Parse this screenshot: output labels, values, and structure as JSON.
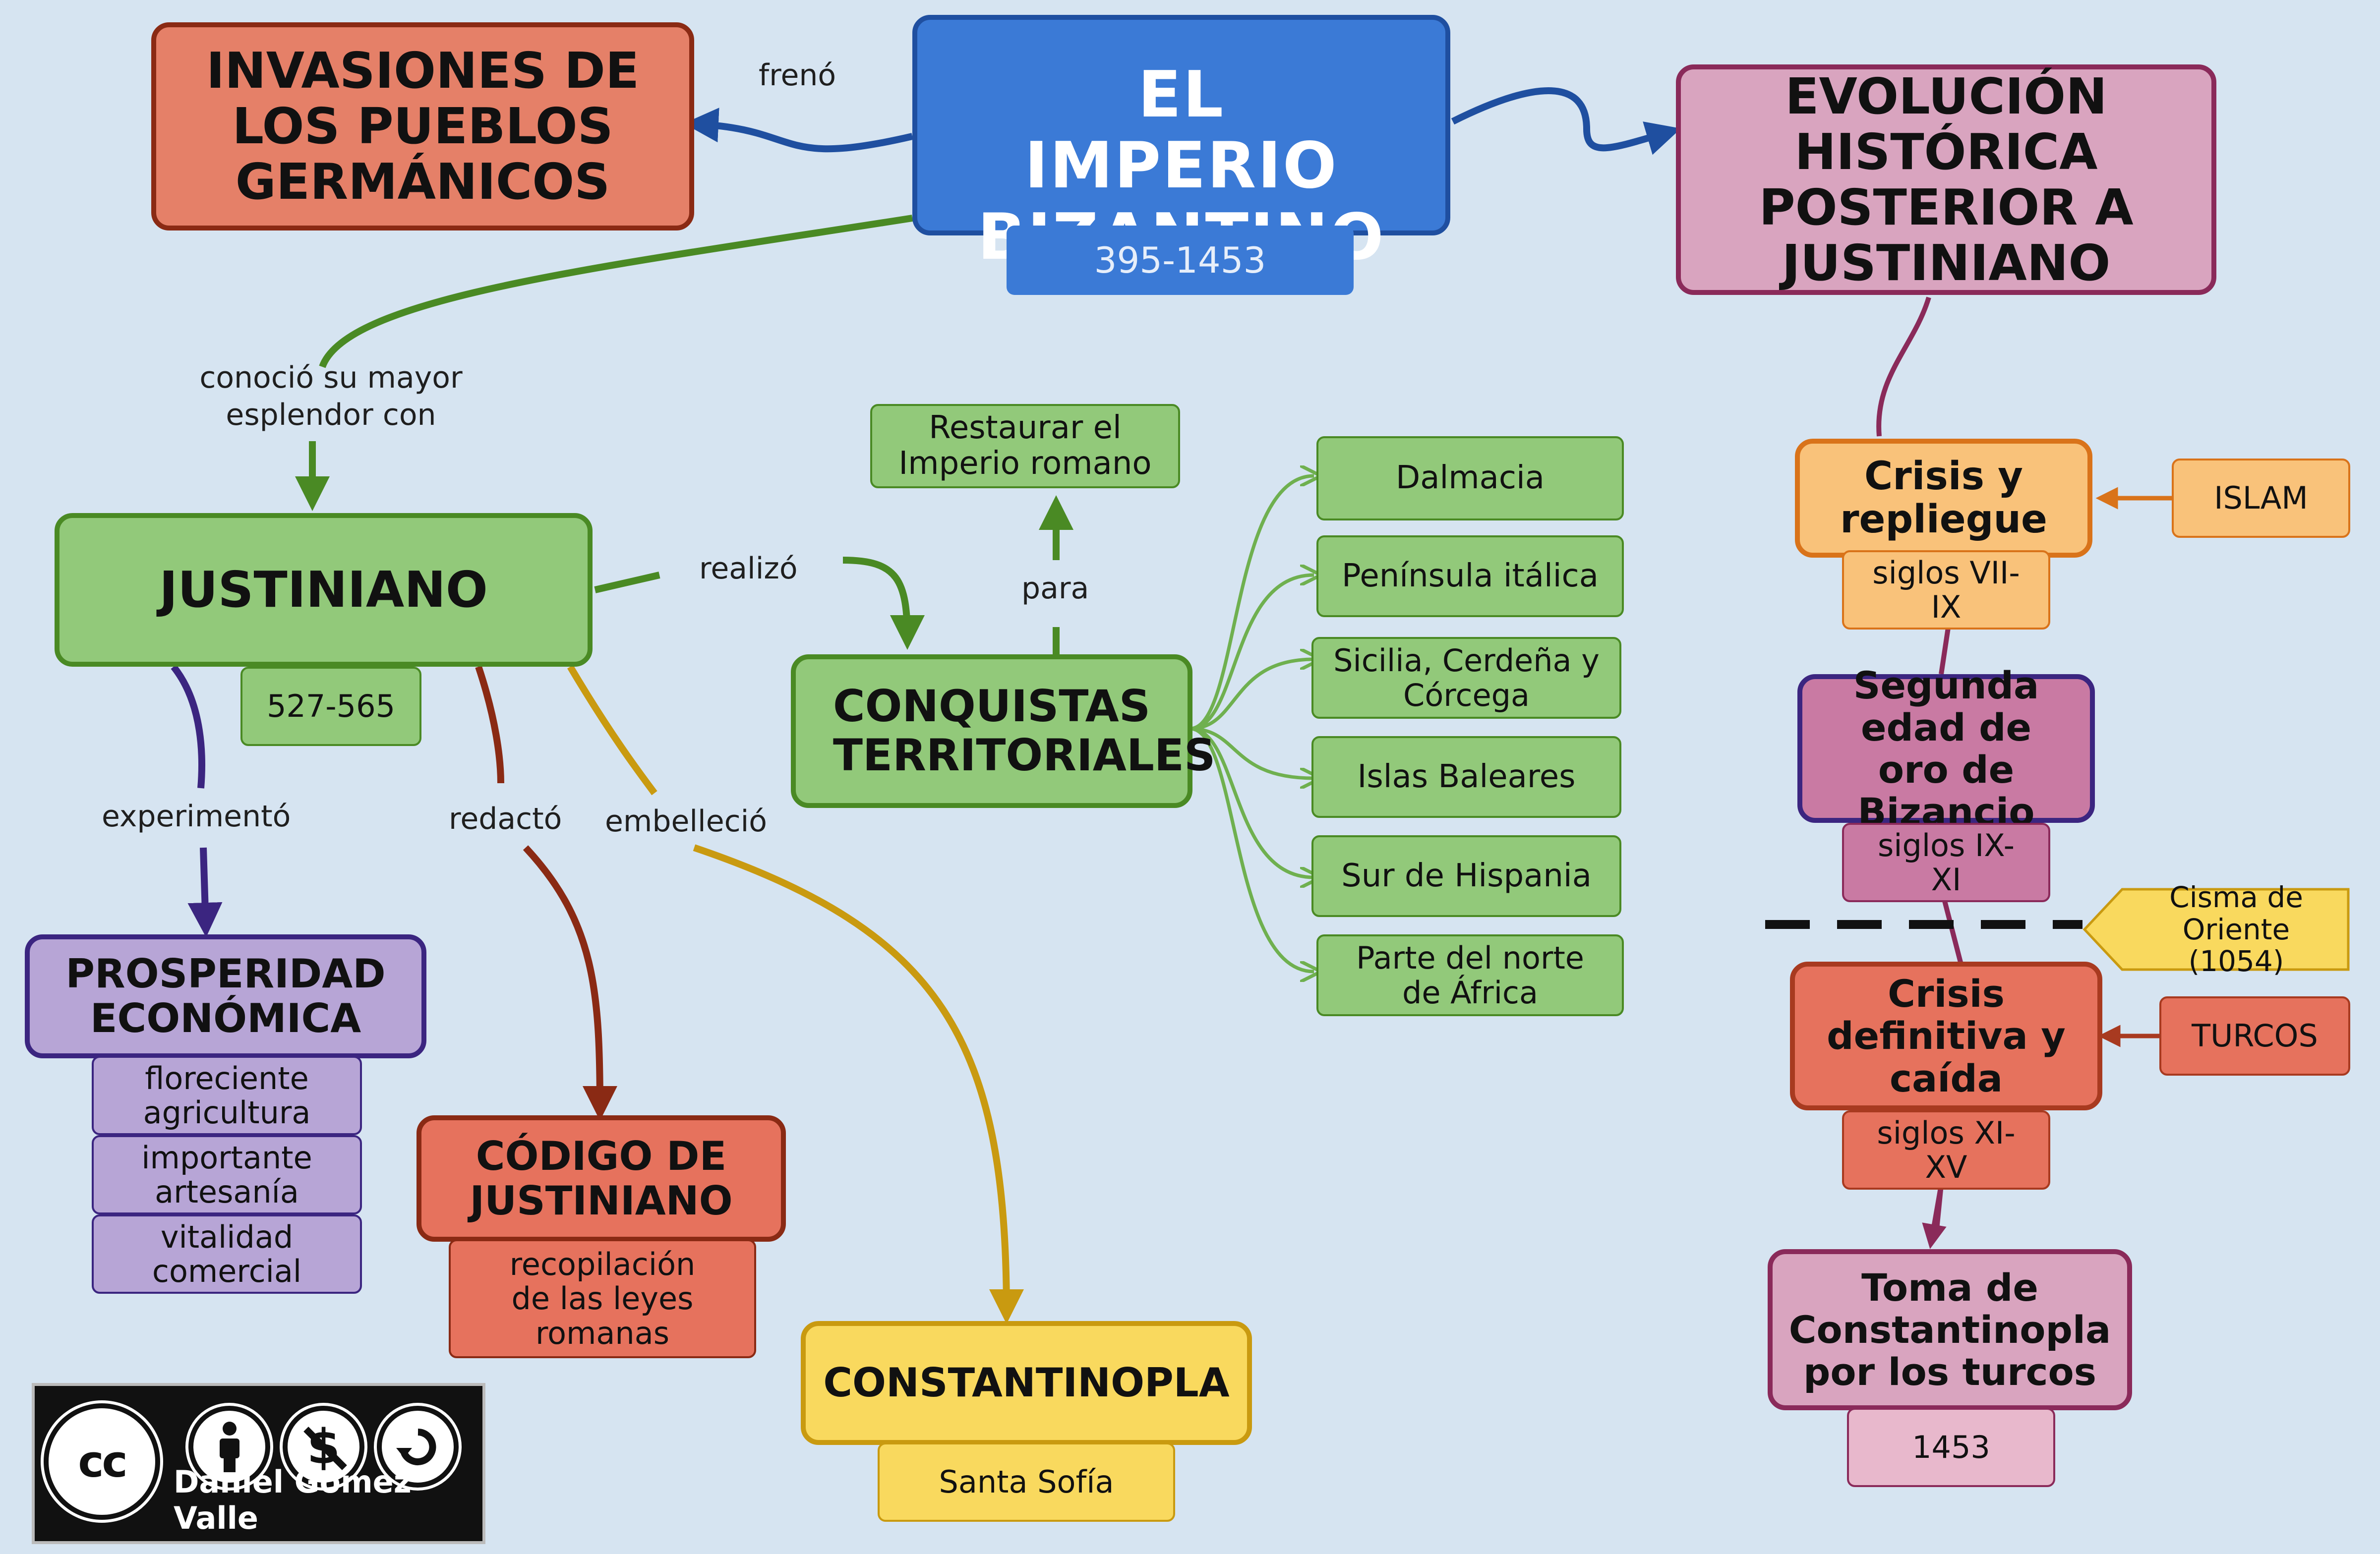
{
  "diagram": {
    "root": {
      "title": "EL IMPERIO BIZANTINO",
      "dates": "395-1453"
    },
    "invasiones": "INVASIONES DE LOS PUEBLOS GERMÁNICOS",
    "evolucion": "EVOLUCIÓN HISTÓRICA POSTERIOR A JUSTINIANO",
    "justiniano": {
      "title": "JUSTINIANO",
      "dates": "527-565"
    },
    "conquistas": "CONQUISTAS TERRITORIALES",
    "restaurar": "Restaurar el Imperio romano",
    "territories": [
      "Dalmacia",
      "Península itálica",
      "Sicilia, Cerdeña y Córcega",
      "Islas Baleares",
      "Sur de Hispania",
      "Parte del norte de África"
    ],
    "prosperidad": {
      "title": "PROSPERIDAD ECONÓMICA",
      "items": [
        "floreciente agricultura",
        "importante artesanía",
        "vitalidad comercial"
      ]
    },
    "codigo": {
      "title": "CÓDIGO DE JUSTINIANO",
      "desc": "recopilación de las leyes romanas"
    },
    "constantinopla": {
      "title": "CONSTANTINOPLA",
      "desc": "Santa Sofía"
    },
    "timeline": {
      "crisis": {
        "title": "Crisis y repliegue",
        "dates": "siglos VII-IX"
      },
      "islam": "ISLAM",
      "segunda": {
        "title": "Segunda edad de oro de Bizancio",
        "dates": "siglos IX-XI"
      },
      "cisma": "Cisma de Oriente (1054)",
      "definitiva": {
        "title": "Crisis definitiva y caída",
        "dates": "siglos XI-XV"
      },
      "turcos": "TURCOS",
      "toma": {
        "title": "Toma de Constantinopla por los turcos",
        "dates": "1453"
      }
    },
    "links": {
      "freno": "frenó",
      "conocio": "conoció su mayor esplendor con",
      "realizo": "realizó",
      "para": "para",
      "experimento": "experimentó",
      "redacto": "redactó",
      "embellecio": "embelleció"
    },
    "license": {
      "author": "Daniel Gómez Valle",
      "icons": [
        "cc-icon",
        "by-icon",
        "nc-icon",
        "sa-icon"
      ]
    }
  },
  "colors": {
    "background": "#d6e4f1",
    "blue": "#3b7ad6",
    "salmon": "#e58068",
    "pink": "#d9a4bf",
    "green": "#92c97a",
    "greenDark": "#4a8a24",
    "purple": "#b7a5d6",
    "gold": "#f9d95e",
    "orange": "#f9c27a",
    "magenta": "#c97aa3",
    "red": "#e6725d",
    "lightPink": "#e8b8cc"
  }
}
